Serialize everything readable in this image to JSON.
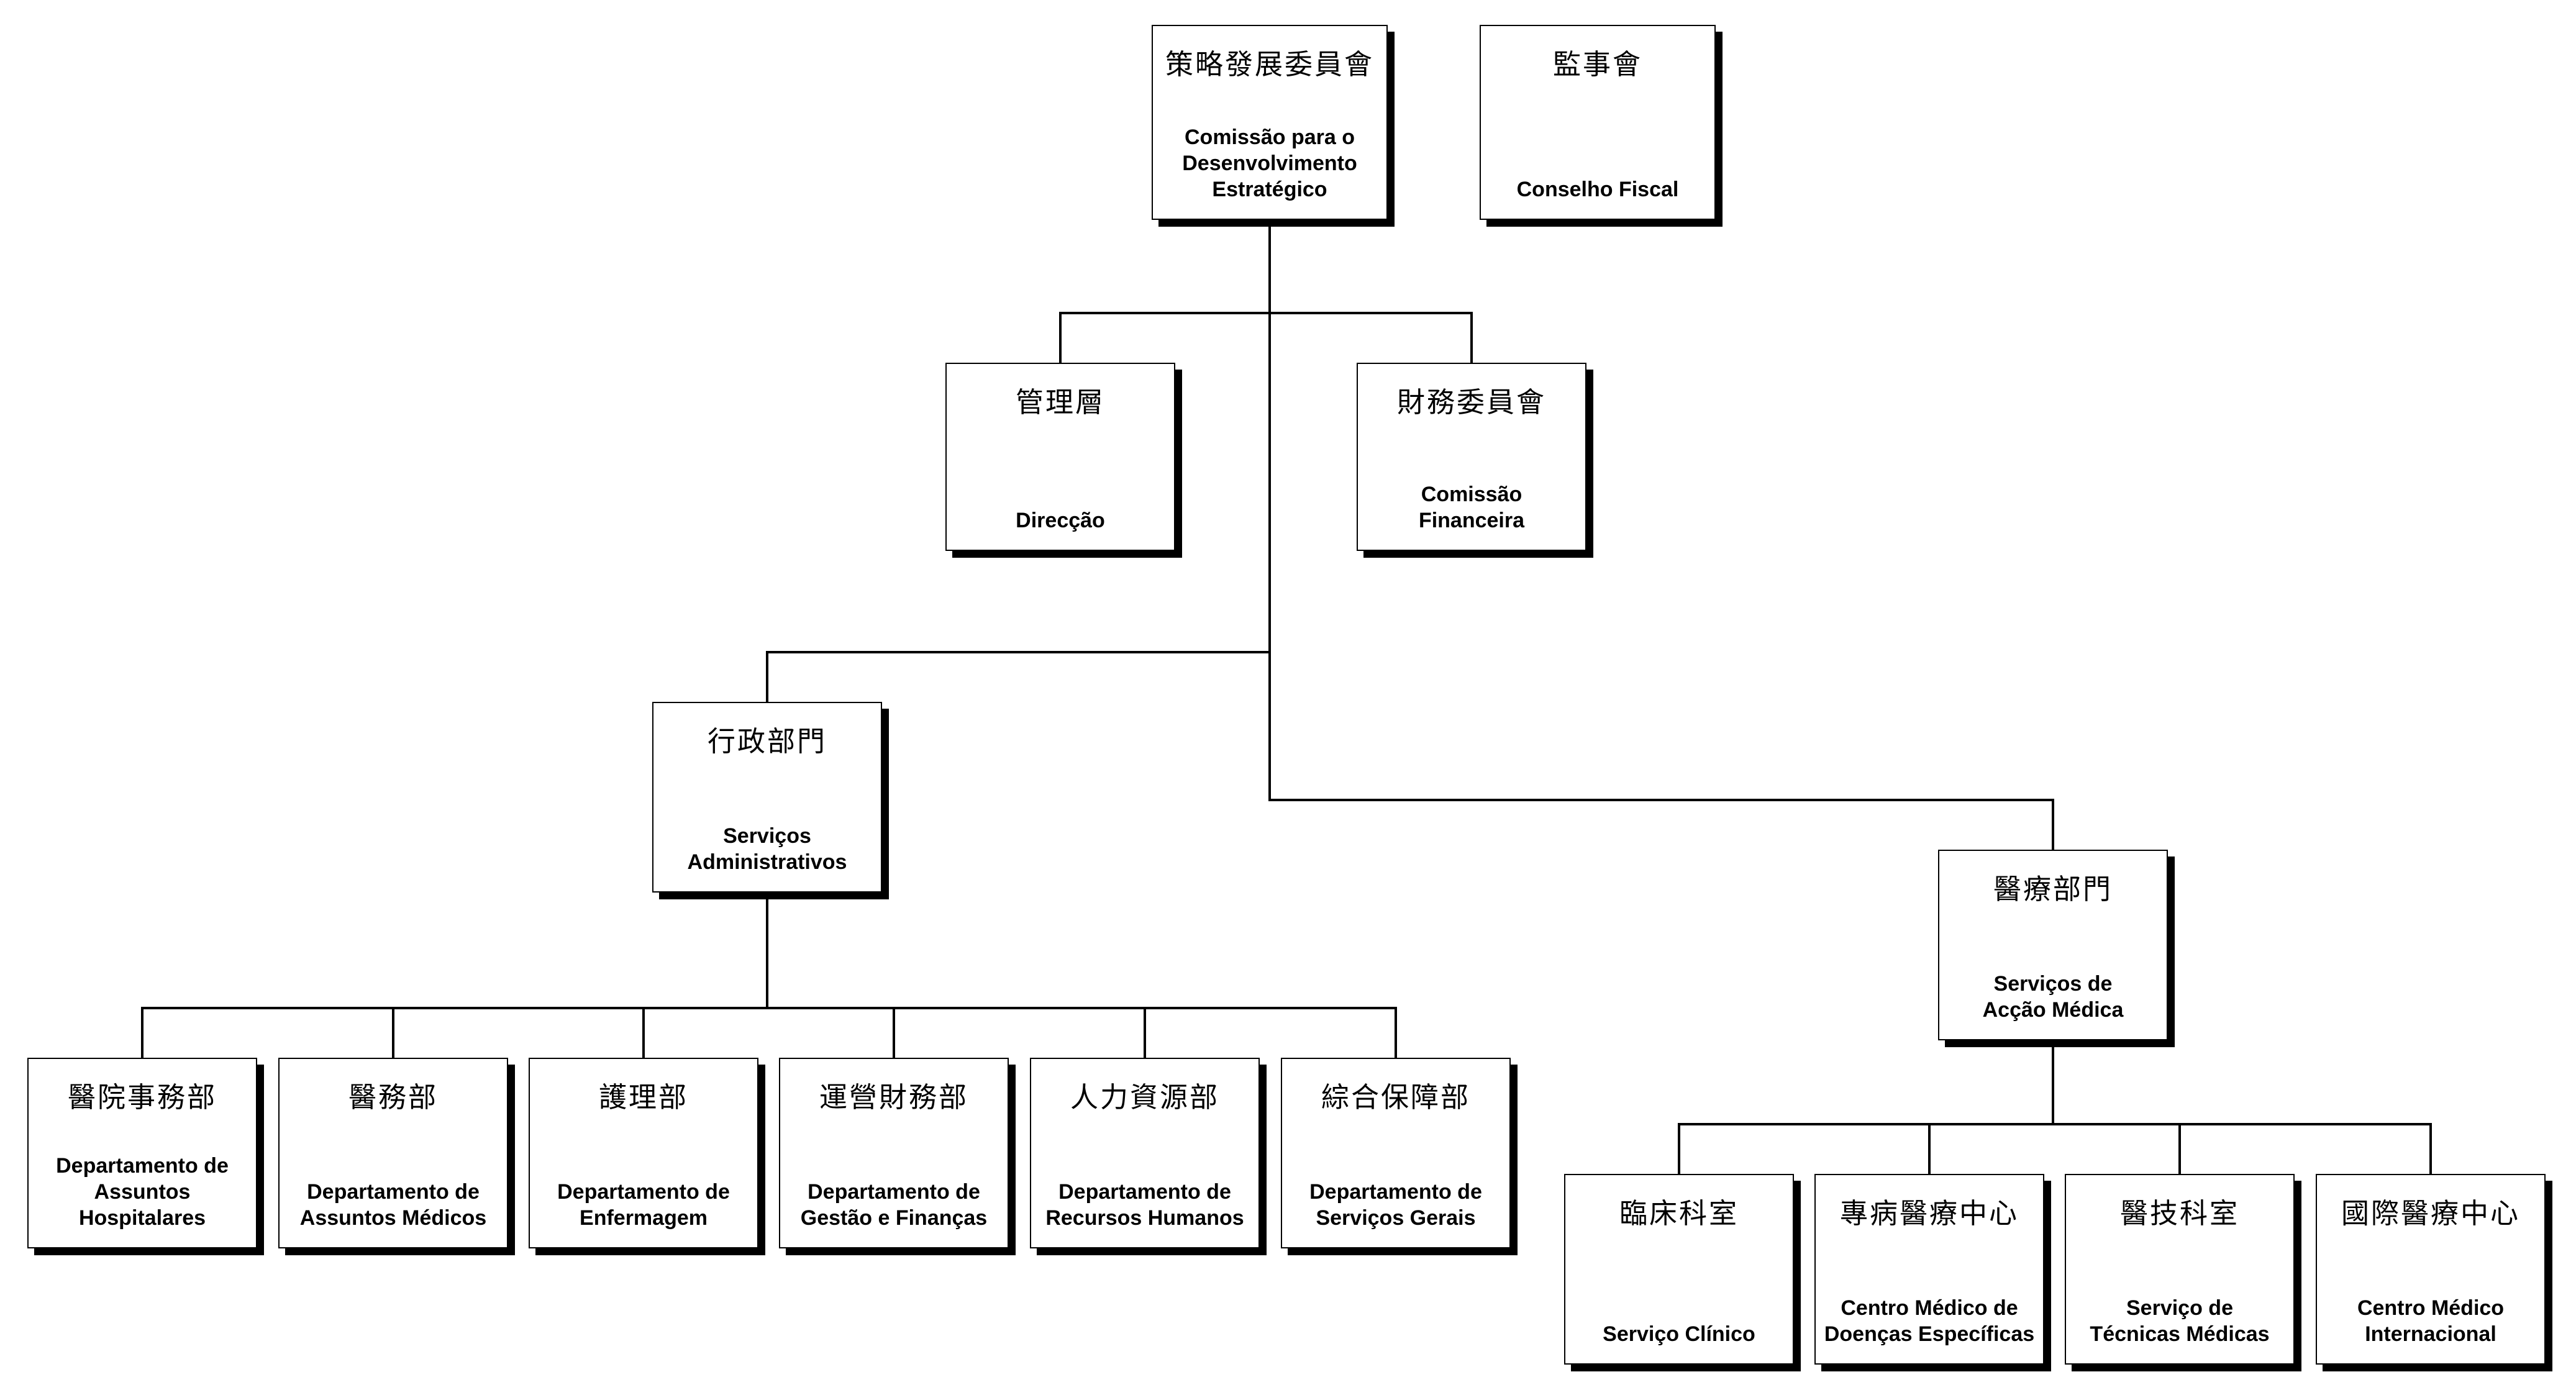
{
  "nodes": [
    {
      "id": "strategy",
      "zh": "策略發展委員會",
      "pt": "Comissão para o\nDesenvolvimento\nEstratégico"
    },
    {
      "id": "fiscal",
      "zh": "監事會",
      "pt": "Conselho Fiscal"
    },
    {
      "id": "direction",
      "zh": "管理層",
      "pt": "Direcção"
    },
    {
      "id": "finance",
      "zh": "財務委員會",
      "pt": "Comissão\nFinanceira"
    },
    {
      "id": "admin",
      "zh": "行政部門",
      "pt": "Serviços\nAdministrativos"
    },
    {
      "id": "medical",
      "zh": "醫療部門",
      "pt": "Serviços de\nAcção Médica"
    },
    {
      "id": "hospital_affairs",
      "zh": "醫院事務部",
      "pt": "Departamento de\nAssuntos\nHospitalares"
    },
    {
      "id": "medical_affairs",
      "zh": "醫務部",
      "pt": "Departamento de\nAssuntos Médicos"
    },
    {
      "id": "nursing",
      "zh": "護理部",
      "pt": "Departamento de\nEnfermagem"
    },
    {
      "id": "finance_mgmt",
      "zh": "運營財務部",
      "pt": "Departamento de\nGestão e Finanças"
    },
    {
      "id": "hr",
      "zh": "人力資源部",
      "pt": "Departamento de\nRecursos Humanos"
    },
    {
      "id": "general",
      "zh": "綜合保障部",
      "pt": "Departamento de\nServiços Gerais"
    },
    {
      "id": "clinical",
      "zh": "臨床科室",
      "pt": "Serviço Clínico"
    },
    {
      "id": "specific",
      "zh": "專病醫療中心",
      "pt": "Centro Médico de\nDoenças Específicas"
    },
    {
      "id": "technical",
      "zh": "醫技科室",
      "pt": "Serviço de\nTécnicas Médicas"
    },
    {
      "id": "international",
      "zh": "國際醫療中心",
      "pt": "Centro Médico\nInternacional"
    }
  ],
  "edges": [
    {
      "from": "strategy",
      "to": "direction"
    },
    {
      "from": "strategy",
      "to": "finance"
    },
    {
      "from": "strategy",
      "to": "admin"
    },
    {
      "from": "strategy",
      "to": "medical"
    },
    {
      "from": "admin",
      "to": "hospital_affairs"
    },
    {
      "from": "admin",
      "to": "medical_affairs"
    },
    {
      "from": "admin",
      "to": "nursing"
    },
    {
      "from": "admin",
      "to": "finance_mgmt"
    },
    {
      "from": "admin",
      "to": "hr"
    },
    {
      "from": "admin",
      "to": "general"
    },
    {
      "from": "medical",
      "to": "clinical"
    },
    {
      "from": "medical",
      "to": "specific"
    },
    {
      "from": "medical",
      "to": "technical"
    },
    {
      "from": "medical",
      "to": "international"
    }
  ]
}
